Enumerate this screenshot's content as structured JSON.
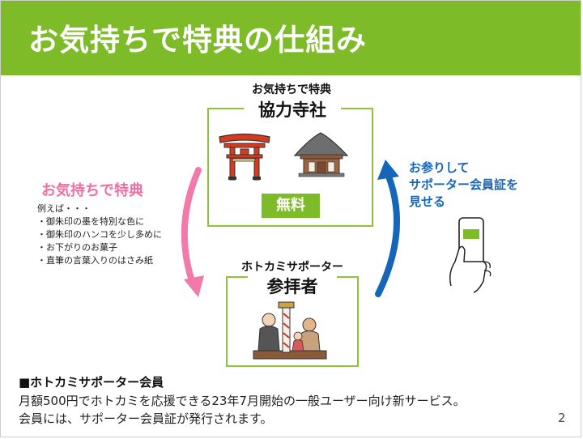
{
  "slide": {
    "title": "お気持ちで特典の仕組み",
    "page_number": "2"
  },
  "temple_box": {
    "subtitle": "お気持ちで特典",
    "title": "協力寺社",
    "badge": "無料",
    "icons": [
      "torii-gate-icon",
      "temple-building-icon"
    ]
  },
  "visitor_box": {
    "subtitle": "ホトカミサポーター",
    "title": "参拝者",
    "icons": [
      "worshippers-at-shrine-icon"
    ]
  },
  "left_flow": {
    "title": "お気持ちで特典",
    "examples": [
      "例えば・・・",
      "・御朱印の墨を特別な色に",
      "・御朱印のハンコを少し多めに",
      "・お下がりのお菓子",
      "・直筆の言葉入りのはさみ紙"
    ],
    "arrow_color": "#f27aaa"
  },
  "right_flow": {
    "lines": [
      "お参りして",
      "サポーター会員証を",
      "見せる"
    ],
    "arrow_color": "#1565b8",
    "icon": "hand-holding-phone-icon"
  },
  "membership": {
    "heading": "■ホトカミサポーター会員",
    "lines": [
      "月額500円でホトカミを応援できる23年7月開始の一般ユーザー向け新サービス。",
      "会員には、サポーター会員証が発行されます。"
    ]
  },
  "colors": {
    "header": "#7dbb28",
    "box_border": "#8ec43b",
    "pink": "#ef6fa3",
    "blue": "#1565b8"
  }
}
